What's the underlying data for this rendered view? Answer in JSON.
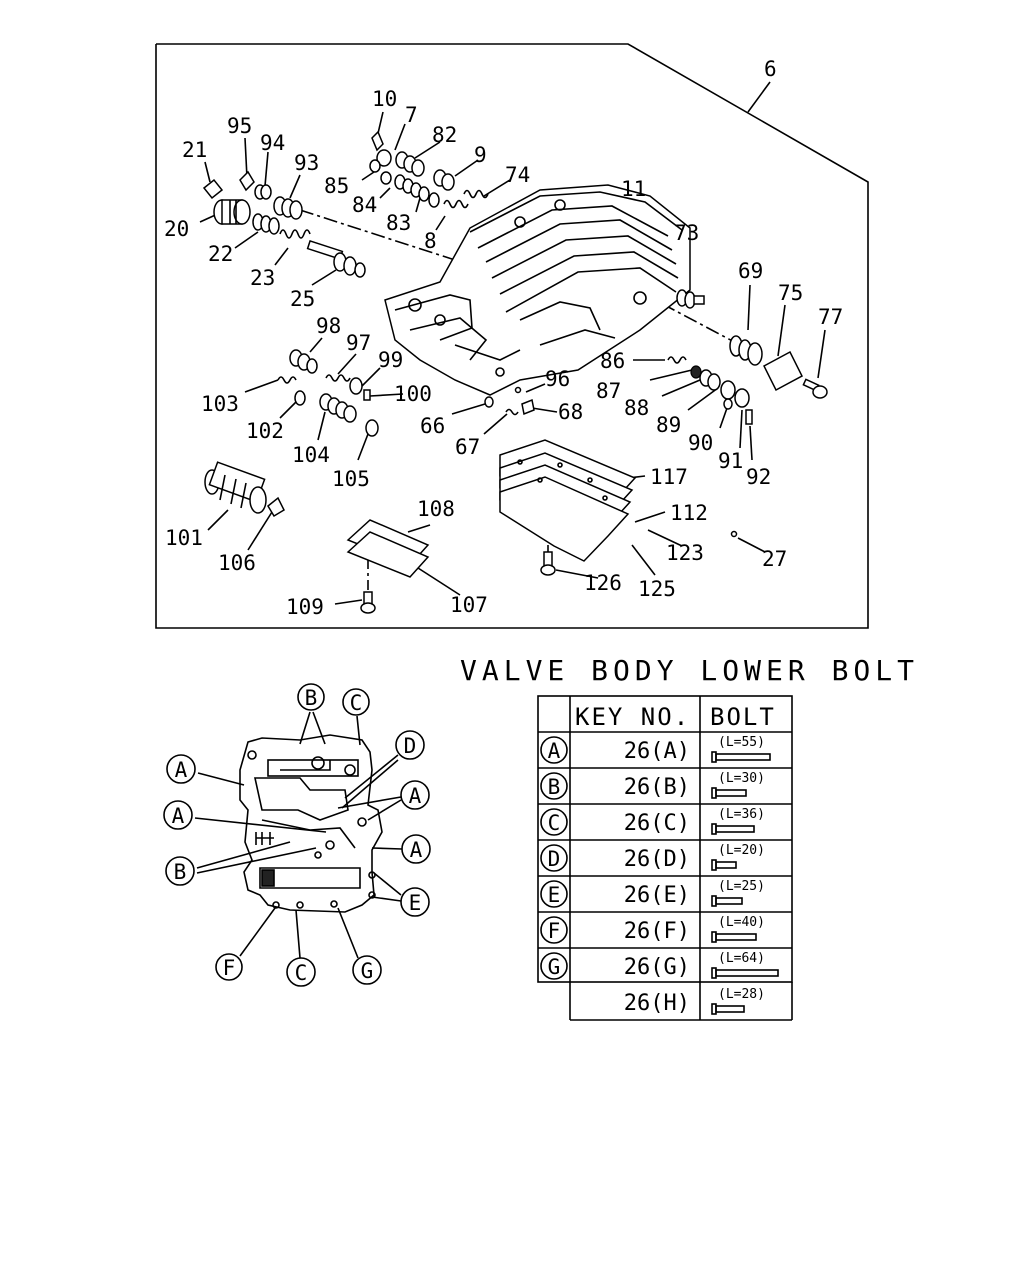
{
  "exploded_view": {
    "assembly_label": "6",
    "part_numbers": {
      "p6": "6",
      "p10": "10",
      "p7": "7",
      "p95": "95",
      "p82": "82",
      "p9": "9",
      "p94": "94",
      "p21": "21",
      "p93": "93",
      "p85": "85",
      "p74": "74",
      "p84": "84",
      "p11": "11",
      "p83": "83",
      "p20": "20",
      "p8": "8",
      "p73": "73",
      "p22": "22",
      "p23": "23",
      "p69": "69",
      "p75": "75",
      "p77": "77",
      "p25": "25",
      "p98": "98",
      "p97": "97",
      "p99": "99",
      "p86": "86",
      "p96": "96",
      "p103": "103",
      "p100": "100",
      "p87": "87",
      "p68": "68",
      "p88": "88",
      "p102": "102",
      "p66": "66",
      "p89": "89",
      "p90": "90",
      "p104": "104",
      "p67": "67",
      "p91": "91",
      "p92": "92",
      "p105": "105",
      "p117": "117",
      "p108": "108",
      "p112": "112",
      "p101": "101",
      "p106": "106",
      "p123": "123",
      "p27": "27",
      "p126": "126",
      "p125": "125",
      "p109": "109",
      "p107": "107"
    }
  },
  "bolt_location_view": {
    "callouts": {
      "b_top": "B",
      "c_top": "C",
      "a_left": "A",
      "d_right": "D",
      "a_right_top": "A",
      "a_mid": "A",
      "a_right_mid": "A",
      "b_left": "B",
      "e_right": "E",
      "f_bot": "F",
      "c_bot": "C",
      "g_bot": "G"
    }
  },
  "bolt_table": {
    "title": "VALVE BODY LOWER BOLT",
    "headers": {
      "key": "KEY NO.",
      "bolt": "BOLT"
    },
    "rows": [
      {
        "letter": "A",
        "key": "26(A)",
        "length": "(L=55)"
      },
      {
        "letter": "B",
        "key": "26(B)",
        "length": "(L=30)"
      },
      {
        "letter": "C",
        "key": "26(C)",
        "length": "(L=36)"
      },
      {
        "letter": "D",
        "key": "26(D)",
        "length": "(L=20)"
      },
      {
        "letter": "E",
        "key": "26(E)",
        "length": "(L=25)"
      },
      {
        "letter": "F",
        "key": "26(F)",
        "length": "(L=40)"
      },
      {
        "letter": "G",
        "key": "26(G)",
        "length": "(L=64)"
      },
      {
        "letter": "",
        "key": "26(H)",
        "length": "(L=28)"
      }
    ]
  }
}
